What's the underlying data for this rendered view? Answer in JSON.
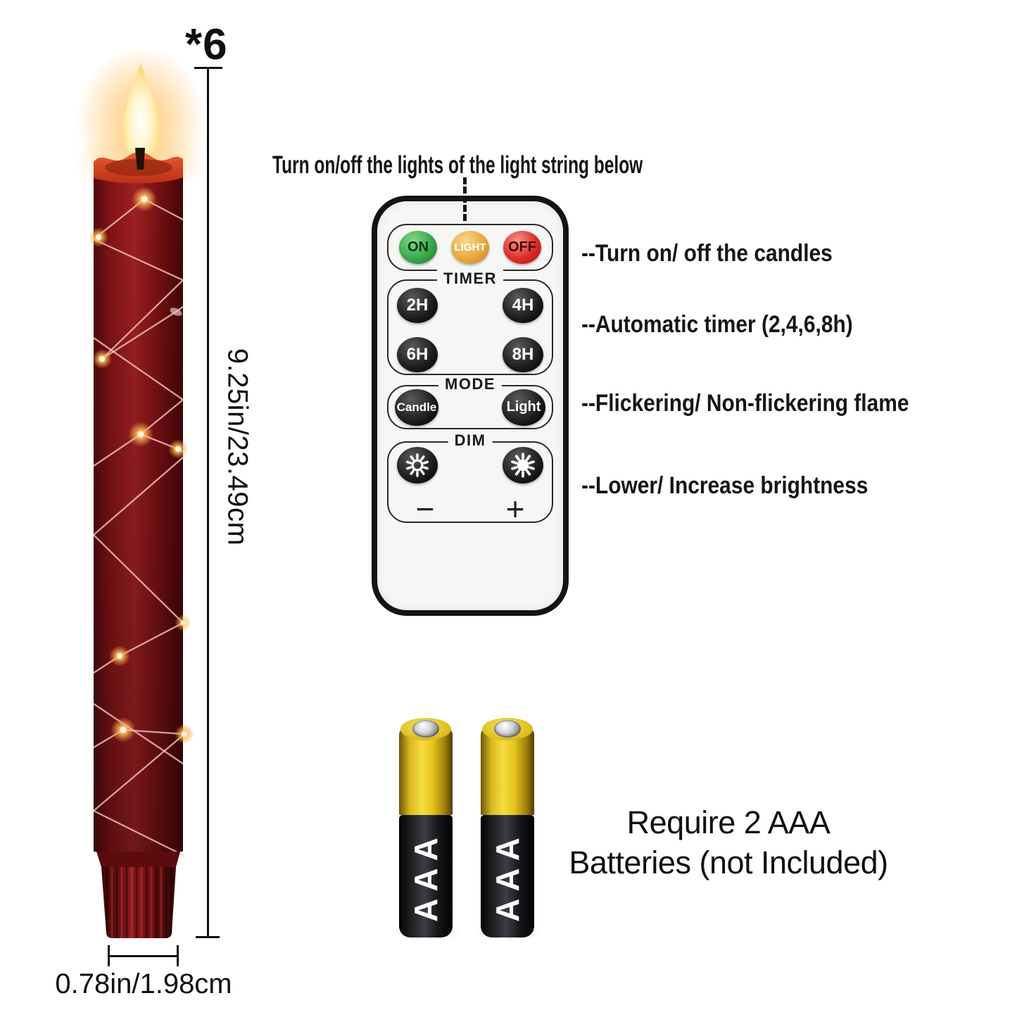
{
  "dimensions": {
    "count": "*6",
    "height": "9.25in/23.49cm",
    "width": "0.78in/1.98cm"
  },
  "remote": {
    "caption": "Turn on/off the lights of the light string below",
    "power": {
      "on": "ON",
      "light": "LIGHT",
      "off": "OFF"
    },
    "timer": {
      "label": "TIMER",
      "b1": "2H",
      "b2": "4H",
      "b3": "6H",
      "b4": "8H"
    },
    "mode": {
      "label": "MODE",
      "b1": "Candle",
      "b2": "Light"
    },
    "dim": {
      "label": "DIM",
      "minus": "−",
      "plus": "+"
    }
  },
  "annotations": [
    "--Turn on/ off the candles",
    "--Automatic timer (2,4,6,8h)",
    "--Flickering/ Non-flickering flame",
    "--Lower/ Increase brightness"
  ],
  "battery": {
    "cell_label": "AAA",
    "note1": "Require 2 AAA",
    "note2": "Batteries (not Included)"
  },
  "colors": {
    "remote-body": "#f6f6f4",
    "on-green": "#3aa84c",
    "light-amber": "#e9a93c",
    "off-red": "#dd2d26",
    "candle-red": "#8d181c",
    "candle-lip": "#cf4120",
    "flame-core": "#fffbe8",
    "led-warm": "#ffc46b",
    "battery-yellow": "#f3dc42",
    "ink": "#111111"
  }
}
